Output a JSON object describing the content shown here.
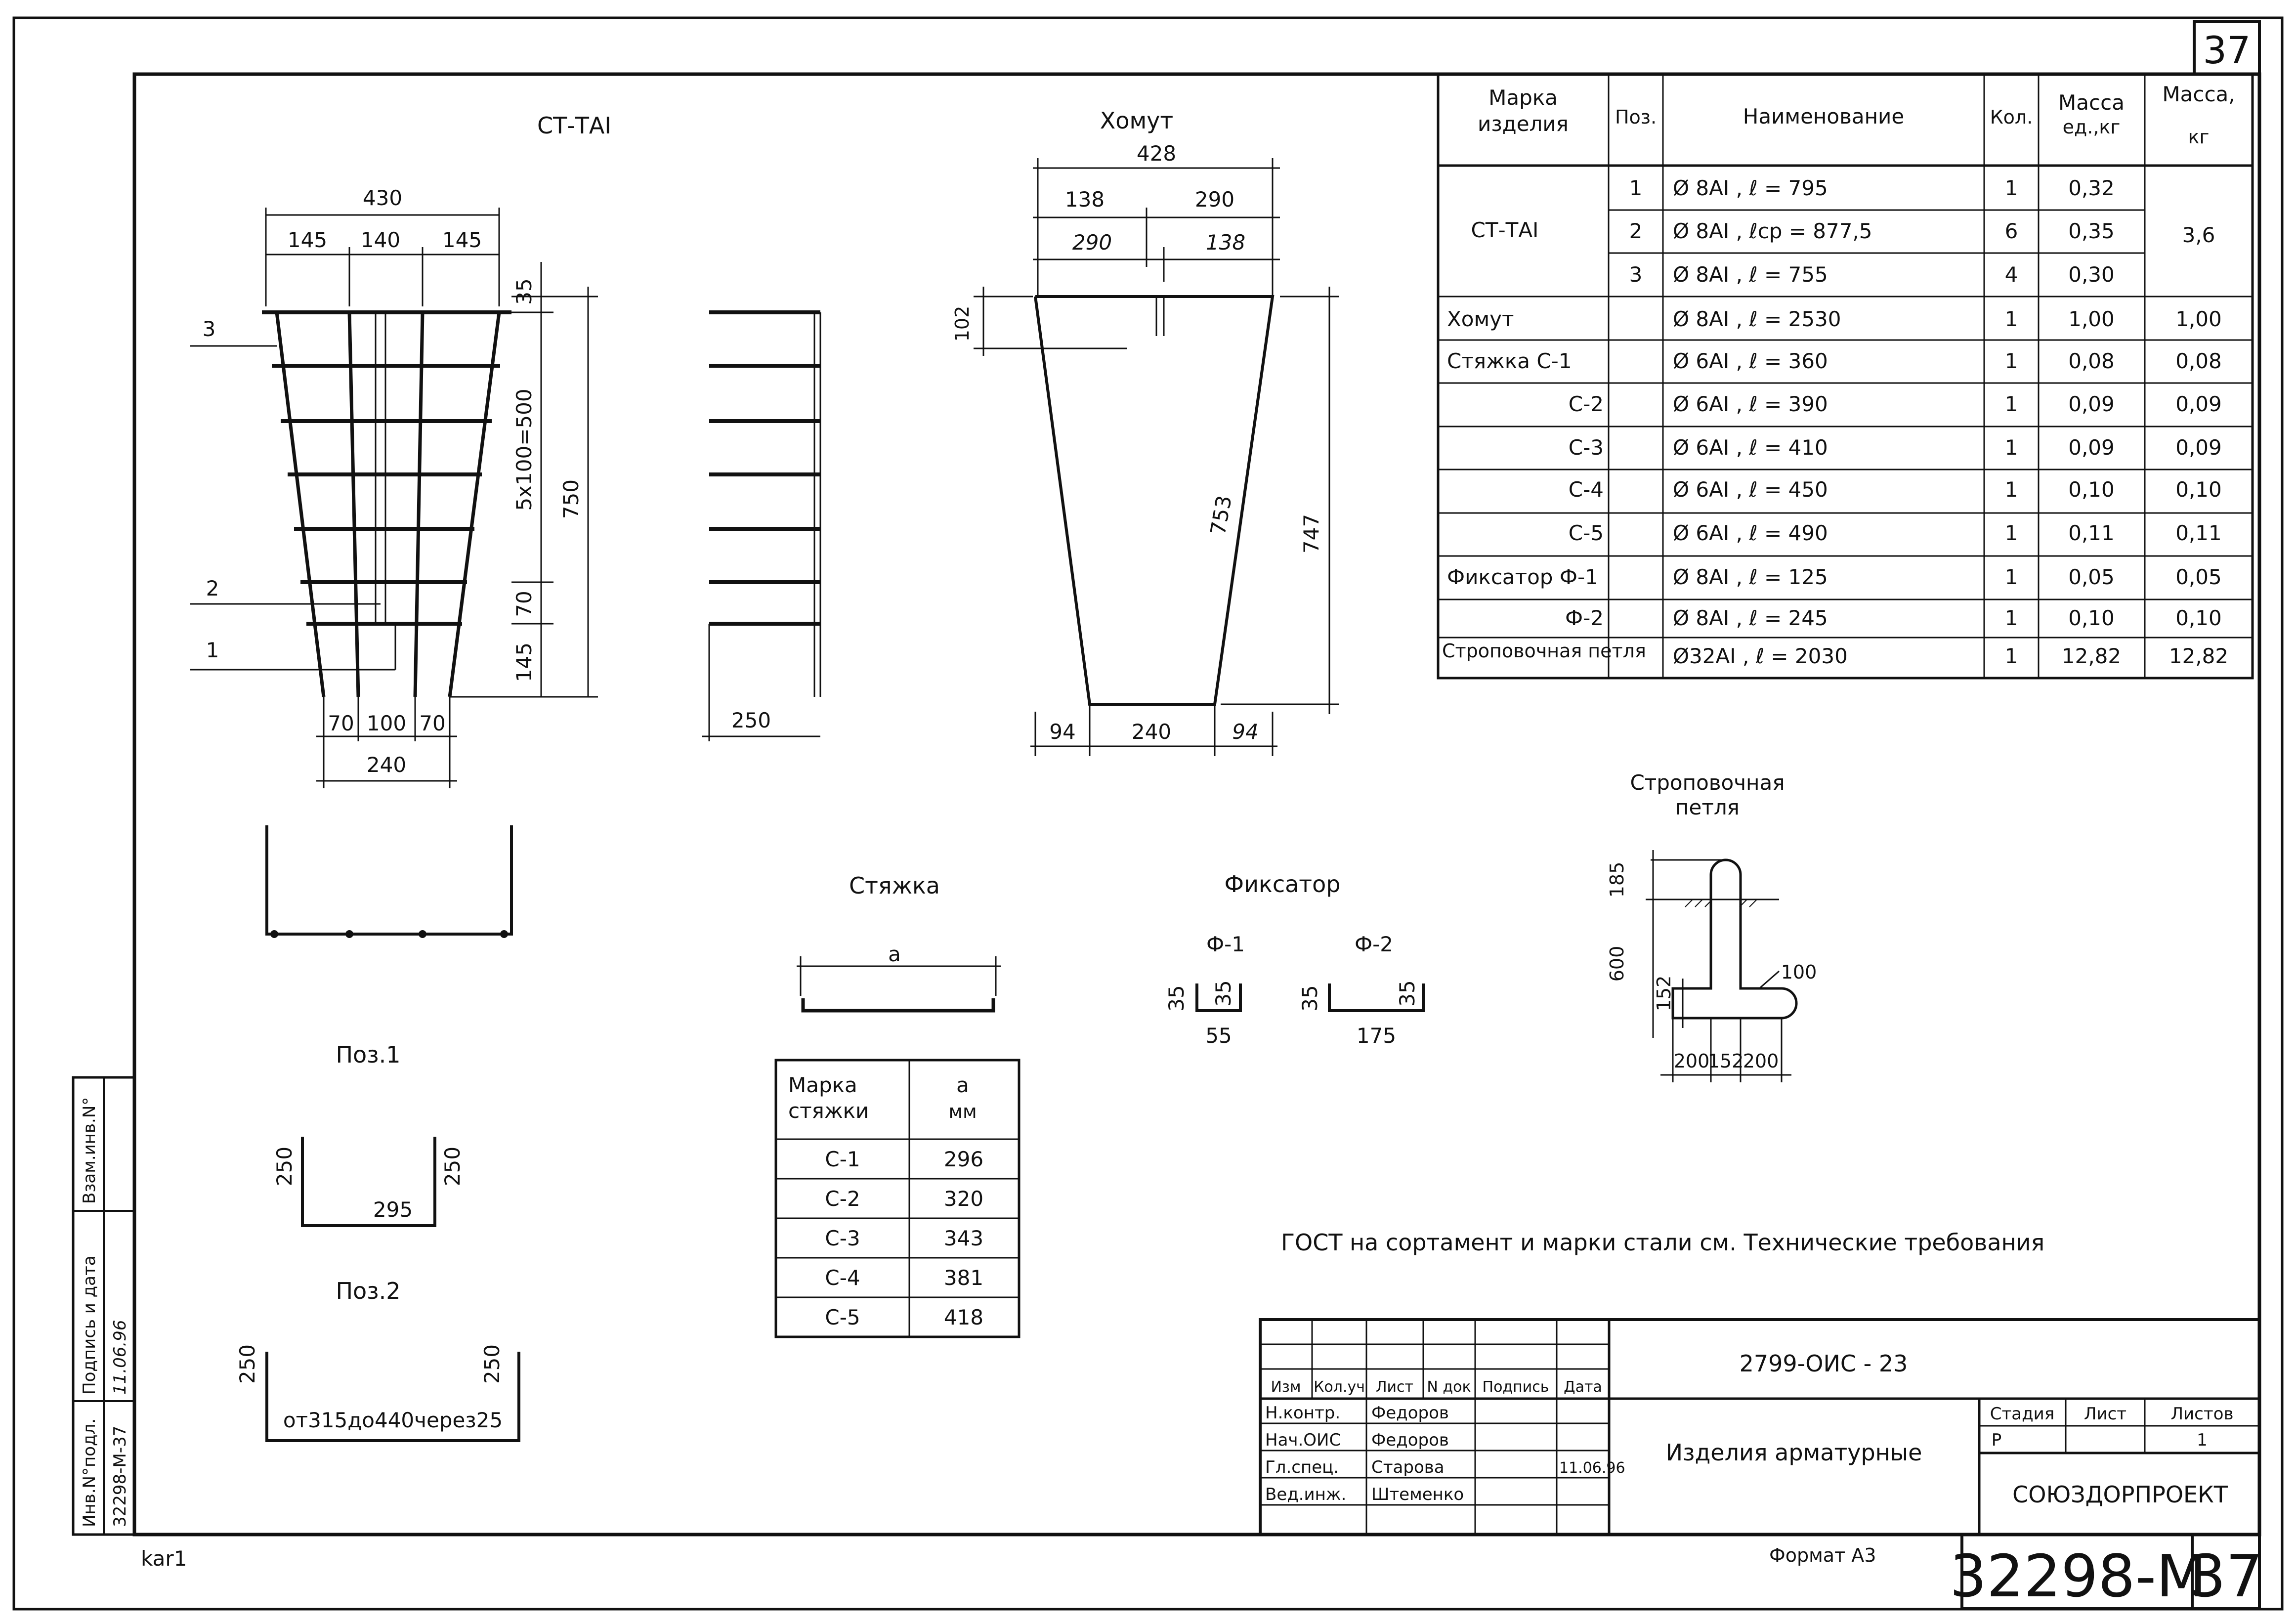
{
  "sheet": {
    "page_number": "37",
    "gost_note": "ГОСТ на сортамент и марки стали см. Технические требования",
    "format": "Формат А3",
    "file_code": "kar1"
  },
  "side_stamp": {
    "inv_label": "Инв.N°подл.",
    "inv_value": "32298-М-37",
    "sign_label": "Подпись и дата",
    "sign_value": "11.06.96",
    "vzam_label": "Взам.инв.N°"
  },
  "drawings": {
    "ct": {
      "title": "СТ-ТАI",
      "dims": {
        "total_top": "430",
        "seg1": "145",
        "seg2": "140",
        "seg3": "145",
        "top_off": "35",
        "pitch": "5x100=500",
        "right_total": "750",
        "low70": "70",
        "bottom145": "145",
        "bot70a": "70",
        "bot100": "100",
        "bot70b": "70",
        "bot_total": "240"
      },
      "callouts": [
        "3",
        "2",
        "1"
      ],
      "stripe_width": "250"
    },
    "khomut": {
      "title": "Хомут",
      "dims": {
        "top": "428",
        "t1": "138",
        "t2": "290",
        "t3": "290",
        "t4": "138",
        "left102": "102",
        "diag": "753",
        "right": "747",
        "b94a": "94",
        "b240": "240",
        "b94b": "94"
      }
    },
    "poz1": {
      "title": "Поз.1",
      "left": "250",
      "right": "250",
      "bottom": "295"
    },
    "poz2": {
      "title": "Поз.2",
      "left": "250",
      "right": "250",
      "bottom": "от315до440через25"
    },
    "styazhka": {
      "title": "Стяжка",
      "dim": "a"
    },
    "fiksator": {
      "title": "Фиксатор",
      "f1": {
        "label": "Ф-1",
        "h1": "35",
        "h2": "35",
        "w": "55"
      },
      "f2": {
        "label": "Ф-2",
        "h1": "35",
        "h2": "35",
        "w": "175"
      }
    },
    "petlya": {
      "title1": "Строповочная",
      "title2": "петля",
      "d185": "185",
      "d600": "600",
      "d152v": "152",
      "d100": "100",
      "d200a": "200",
      "d152": "152",
      "d200b": "200"
    }
  },
  "main_table": {
    "headers": {
      "mark": [
        "Марка",
        "изделия"
      ],
      "pos": "Поз.",
      "name": "Наименование",
      "qty": "Кол.",
      "mass_unit": [
        "Масса",
        "ед.,кг"
      ],
      "mass": [
        "Масса,",
        "кг"
      ]
    },
    "ct_label": "СТ-ТАI",
    "ct_total": "3,6",
    "rows": [
      {
        "mark": "",
        "pos": "1",
        "name": "Ø 8АI ,  ℓ  =  795",
        "qty": "1",
        "mu": "0,32",
        "m": ""
      },
      {
        "mark": "",
        "pos": "2",
        "name": "Ø 8АI ,  ℓср  =  877,5",
        "qty": "6",
        "mu": "0,35",
        "m": ""
      },
      {
        "mark": "",
        "pos": "3",
        "name": "Ø 8АI ,  ℓ  =  755",
        "qty": "4",
        "mu": "0,30",
        "m": ""
      },
      {
        "mark": "Хомут",
        "pos": "",
        "name": "Ø 8АI ,  ℓ  =  2530",
        "qty": "1",
        "mu": "1,00",
        "m": "1,00"
      },
      {
        "mark": "Стяжка  С-1",
        "pos": "",
        "name": "Ø 6АI ,  ℓ  =  360",
        "qty": "1",
        "mu": "0,08",
        "m": "0,08"
      },
      {
        "mark": "С-2",
        "pos": "",
        "name": "Ø 6АI ,  ℓ  =  390",
        "qty": "1",
        "mu": "0,09",
        "m": "0,09"
      },
      {
        "mark": "С-3",
        "pos": "",
        "name": "Ø 6АI ,  ℓ  =  410",
        "qty": "1",
        "mu": "0,09",
        "m": "0,09"
      },
      {
        "mark": "С-4",
        "pos": "",
        "name": "Ø 6АI ,  ℓ  =  450",
        "qty": "1",
        "mu": "0,10",
        "m": "0,10"
      },
      {
        "mark": "С-5",
        "pos": "",
        "name": "Ø 6АI ,  ℓ  =  490",
        "qty": "1",
        "mu": "0,11",
        "m": "0,11"
      },
      {
        "mark": "Фиксатор Ф-1",
        "pos": "",
        "name": "Ø 8АI ,  ℓ  =  125",
        "qty": "1",
        "mu": "0,05",
        "m": "0,05"
      },
      {
        "mark": "Ф-2",
        "pos": "",
        "name": "Ø 8АI ,  ℓ  =  245",
        "qty": "1",
        "mu": "0,10",
        "m": "0,10"
      },
      {
        "mark": "Строповочная петля",
        "pos": "",
        "name": "Ø32АI ,  ℓ  =  2030",
        "qty": "1",
        "mu": "12,82",
        "m": "12,82"
      }
    ]
  },
  "styazhka_table": {
    "headers": {
      "mark": [
        "Марка",
        "стяжки"
      ],
      "a": [
        "а",
        "мм"
      ]
    },
    "rows": [
      [
        "С-1",
        "296"
      ],
      [
        "С-2",
        "320"
      ],
      [
        "С-3",
        "343"
      ],
      [
        "С-4",
        "381"
      ],
      [
        "С-5",
        "418"
      ]
    ]
  },
  "title_block": {
    "code": "2799-ОИС - 23",
    "title": "Изделия арматурные",
    "org": "СОЮЗДОРПРОЕКТ",
    "header_cols": [
      "Изм",
      "Кол.уч",
      "Лист",
      "N док",
      "Подпись",
      "Дата"
    ],
    "people": [
      {
        "role": "Н.контр.",
        "name": "Федоров"
      },
      {
        "role": "Нач.ОИС",
        "name": "Федоров"
      },
      {
        "role": "Гл.спец.",
        "name": "Старова",
        "date": "11.06.96"
      },
      {
        "role": "Вед.инж.",
        "name": "Штеменко"
      }
    ],
    "stage_label": "Стадия",
    "stage": "Р",
    "sheet_label": "Лист",
    "sheet_value": "",
    "sheets_label": "Листов",
    "sheets": "1",
    "doc_number": "32298-М",
    "doc_page": "37"
  }
}
